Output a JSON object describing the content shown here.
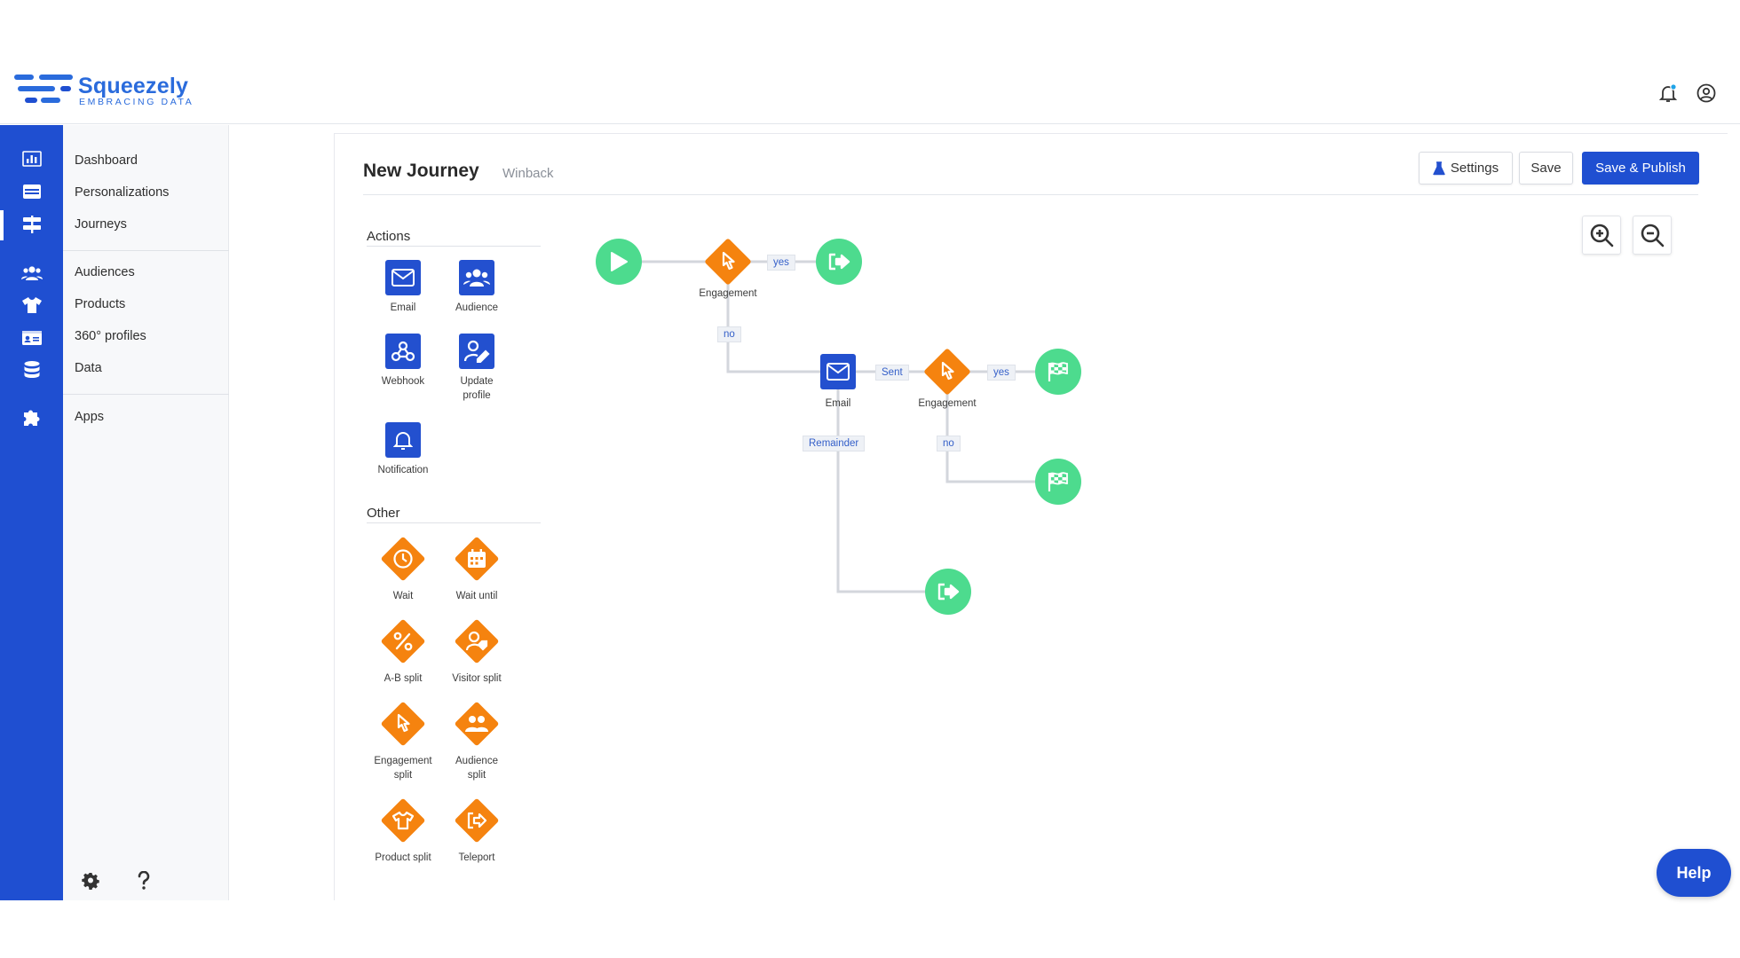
{
  "brand": {
    "name": "Squeezely",
    "tagline": "EMBRACING DATA",
    "accent": "#1f4fd1"
  },
  "header_icons": [
    "bell-icon",
    "account-icon"
  ],
  "rail_icons": [
    "chart-icon",
    "personalization-icon",
    "journey-icon",
    "audience-icon",
    "shirt-icon",
    "profile-card-icon",
    "database-icon",
    "puzzle-icon"
  ],
  "nav": {
    "items": [
      "Dashboard",
      "Personalizations",
      "Journeys",
      "Audiences",
      "Products",
      "360° profiles",
      "Data",
      "Apps"
    ],
    "active": "Journeys",
    "bottom_icons": [
      "gear-icon",
      "question-icon"
    ]
  },
  "journey": {
    "title": "New Journey",
    "subtitle": "Winback",
    "buttons": {
      "settings": "Settings",
      "save": "Save",
      "publish": "Save & Publish"
    },
    "zoom_icons": [
      "zoom-in-icon",
      "zoom-out-icon"
    ]
  },
  "palette": {
    "actions_title": "Actions",
    "actions": [
      {
        "label": "Email",
        "icon": "envelope-icon"
      },
      {
        "label": "Audience",
        "icon": "people-icon"
      },
      {
        "label": "Webhook",
        "icon": "webhook-icon"
      },
      {
        "label": "Update profile",
        "icon": "user-edit-icon"
      },
      {
        "label": "Notification",
        "icon": "bell-icon"
      }
    ],
    "other_title": "Other",
    "other": [
      {
        "label": "Wait",
        "icon": "clock-icon"
      },
      {
        "label": "Wait until",
        "icon": "calendar-icon"
      },
      {
        "label": "A-B split",
        "icon": "percent-icon"
      },
      {
        "label": "Visitor split",
        "icon": "user-tag-icon"
      },
      {
        "label": "Engagement split",
        "icon": "pointer-icon"
      },
      {
        "label": "Audience split",
        "icon": "people-icon"
      },
      {
        "label": "Product split",
        "icon": "shirt-icon"
      },
      {
        "label": "Teleport",
        "icon": "teleport-icon"
      }
    ]
  },
  "canvas": {
    "nodes": {
      "engagement1": "Engagement",
      "email": "Email",
      "engagement2": "Engagement"
    },
    "edges": {
      "yes1": "yes",
      "no1": "no",
      "sent": "Sent",
      "yes2": "yes",
      "remainder": "Remainder",
      "no2": "no"
    }
  },
  "help": "Help"
}
